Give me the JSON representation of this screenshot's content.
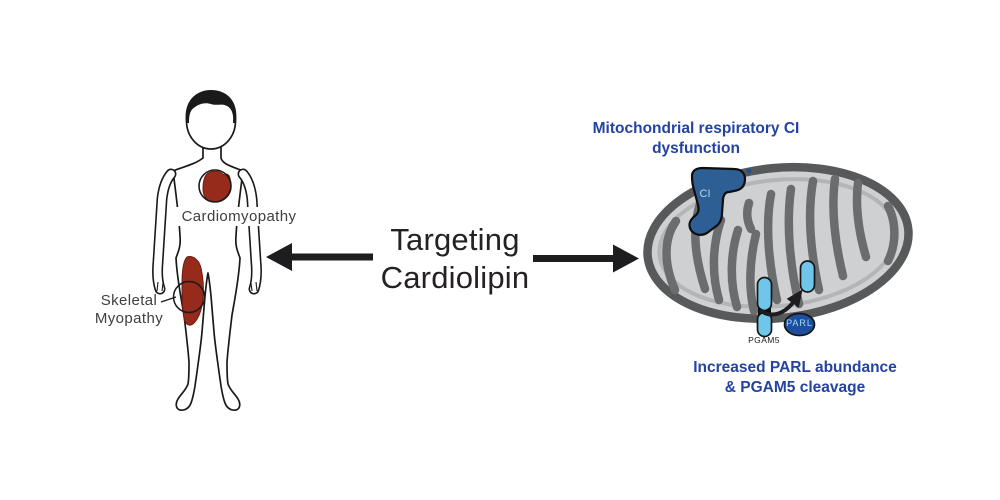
{
  "title": {
    "line1": "Targeting",
    "line2": "Cardiolipin"
  },
  "patient": {
    "cardiomyopathy_label": "Cardiomyopathy",
    "skeletal_myopathy_label_line1": "Skeletal",
    "skeletal_myopathy_label_line2": "Myopathy"
  },
  "mitochondria": {
    "heading_line1": "Mitochondrial respiratory CI",
    "heading_line2": "dysfunction",
    "footer_line1": "Increased PARL abundance",
    "footer_line2": "& PGAM5 cleavage",
    "complex1_label": "CI",
    "parl_label": "PARL",
    "pgam5_label": "PGAM5"
  },
  "colors": {
    "heading_blue": "#2443a0",
    "disease_red": "#962a1b",
    "disease_red_edge": "#6b1b10",
    "complex1_blue": "#2d5e94",
    "parl_blue": "#1e4f9f",
    "capsule_blue": "#6fc6ea",
    "mito_fill": "#cfd0d1",
    "mito_membrane": "#58595b",
    "cristae_gray": "#6b6c6e",
    "outline_black": "#1a1a1a",
    "arrow_black": "#1d1d1f"
  }
}
